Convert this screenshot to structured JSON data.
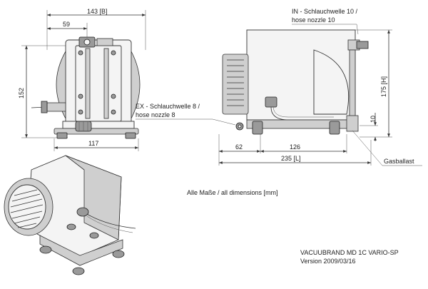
{
  "front_view": {
    "width_total": "143 [B]",
    "width_offset": "59",
    "height_total": "152",
    "base_width": "117"
  },
  "side_view": {
    "inlet_label_de": "IN - Schlauchwelle 10 /",
    "inlet_label_en": "hose nozzle 10",
    "exhaust_label_de": "EX - Schlauchwelle 8 /",
    "exhaust_label_en": "hose nozzle 8",
    "height_total": "175 [H]",
    "height_small": "10",
    "length_62": "62",
    "length_126": "126",
    "length_total": "235 [L]",
    "gasballast_label": "Gasballast"
  },
  "notes": {
    "dimensions_note": "Alle Maße / all dimensions [mm]",
    "product_name": "VACUUBRAND MD 1C VARIO-SP",
    "version": "Version 2009/03/16"
  }
}
